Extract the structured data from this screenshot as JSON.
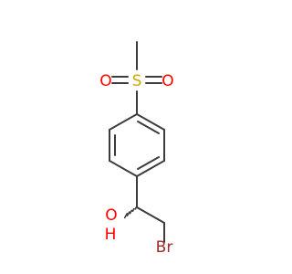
{
  "molecule": {
    "atoms": {
      "sulfur": {
        "symbol": "S",
        "color": "#ccaa00"
      },
      "oxygen_left": {
        "symbol": "O",
        "color": "#ff0000"
      },
      "oxygen_right": {
        "symbol": "O",
        "color": "#ff0000"
      },
      "hydroxyl": {
        "symbol": "OH",
        "oxygen": "O",
        "hydrogen": "H",
        "color": "#ff0000"
      },
      "bromine": {
        "symbol": "Br",
        "color": "#a52a2a"
      }
    },
    "bond_color": "#3c3c3c"
  }
}
